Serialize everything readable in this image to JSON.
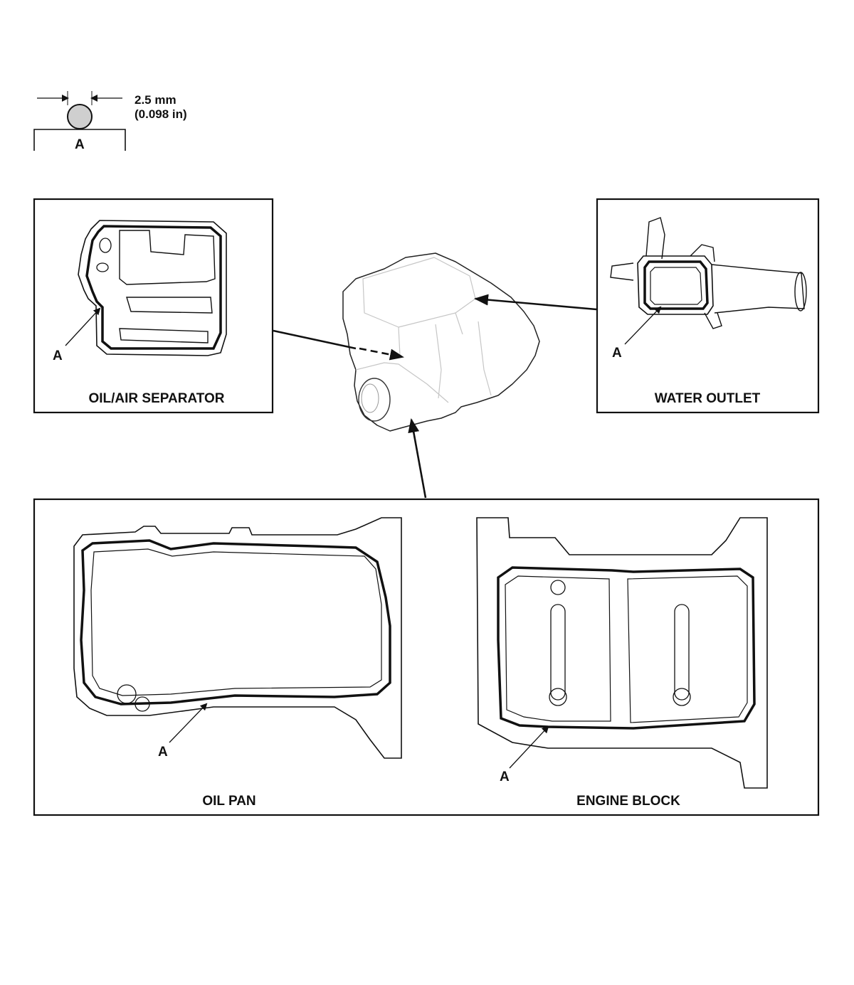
{
  "legend": {
    "bead_callout": "A",
    "dimension_mm": "2.5 mm",
    "dimension_in": "(0.098 in)"
  },
  "panels": {
    "oil_air_separator": {
      "caption": "OIL/AIR SEPARATOR",
      "callout": "A"
    },
    "water_outlet": {
      "caption": "WATER OUTLET",
      "callout": "A"
    },
    "oil_pan": {
      "caption": "OIL PAN",
      "callout": "A"
    },
    "engine_block": {
      "caption": "ENGINE BLOCK",
      "callout": "A"
    }
  },
  "colors": {
    "line": "#111111",
    "ghost": "#bbbbbb",
    "bead_fill": "#cfcfcf"
  }
}
